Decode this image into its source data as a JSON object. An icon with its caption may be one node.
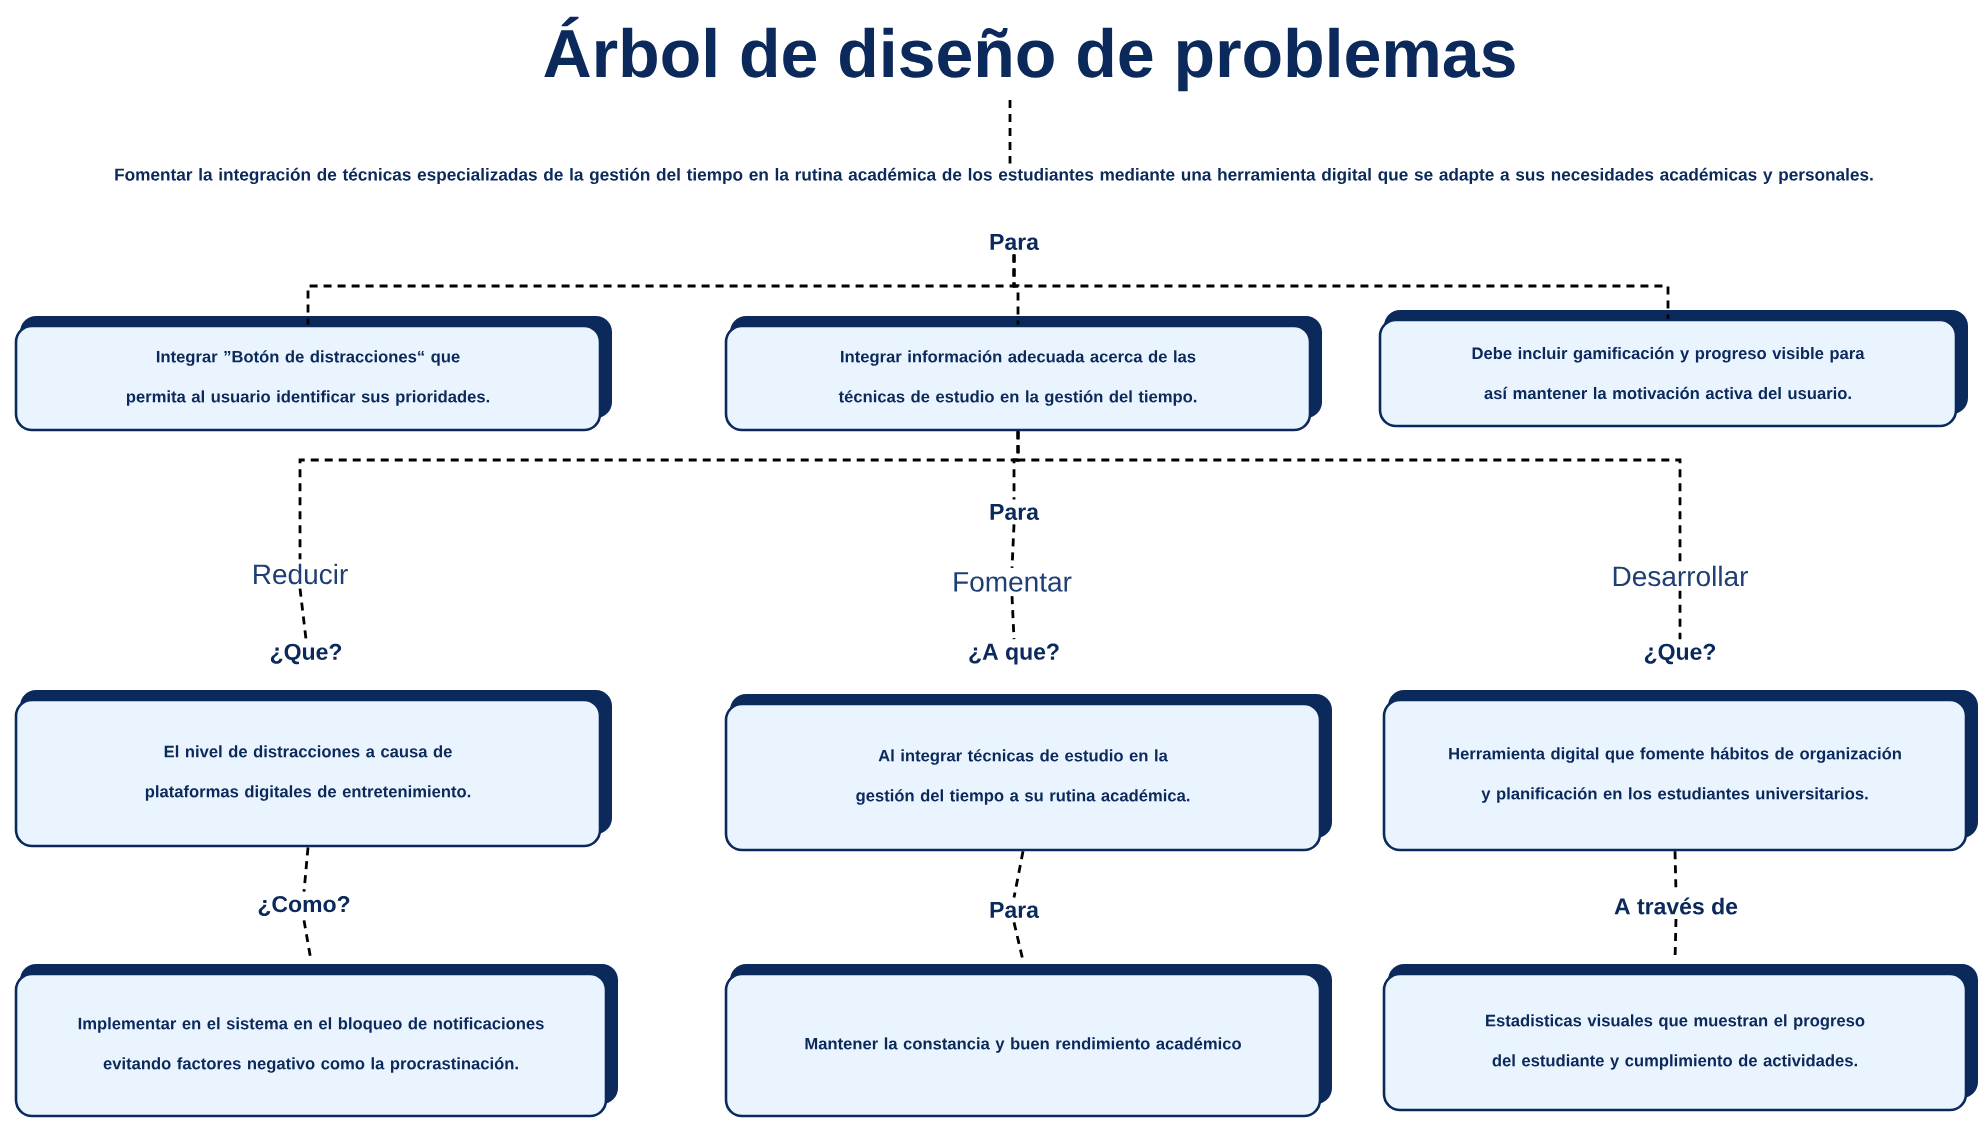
{
  "diagram": {
    "title": "Árbol de diseño de problemas",
    "nodes": [
      {
        "text": [
          "Fomentar la integración de técnicas especializadas de la gestión del tiempo en la rutina académica de los estudiantes mediante una herramienta digital que se adapte a sus necesidades académicas y personales."
        ]
      },
      {
        "text": [
          "Para"
        ]
      },
      {
        "text": [
          "Integrar ”Botón de distracciones“ que permita al usuario identificar sus prioridades."
        ]
      },
      {
        "text": [
          "Integrar información adecuada acerca de las técnicas de estudio en la gestión del tiempo."
        ]
      },
      {
        "text": [
          "Debe incluir gamificación y progreso visible para así mantener la motivación activa del usuario."
        ]
      },
      {
        "text": [
          "Para"
        ]
      },
      {
        "text": [
          "Reducir"
        ]
      },
      {
        "text": [
          "Fomentar"
        ]
      },
      {
        "text": [
          "Desarrollar"
        ]
      },
      {
        "text": [
          "¿Que?"
        ]
      },
      {
        "text": [
          "¿A que?"
        ]
      },
      {
        "text": [
          "¿Que?"
        ]
      },
      {
        "text": [
          "El nivel de distracciones a causa de plataformas digitales de entretenimiento."
        ]
      },
      {
        "text": [
          "Al integrar técnicas de estudio en la gestión del tiempo a su rutina académica."
        ]
      },
      {
        "text": [
          "Herramienta digital que fomente hábitos de organización y planificación en los estudiantes universitarios."
        ]
      },
      {
        "text": [
          "¿Como?"
        ]
      },
      {
        "text": [
          "Para"
        ]
      },
      {
        "text": [
          "A través de"
        ]
      },
      {
        "text": [
          "Implementar en el sistema en el bloqueo de notificaciones evitando factores negativo como la procrastinación."
        ]
      },
      {
        "text": [
          "Mantener la constancia y buen rendimiento académico"
        ]
      },
      {
        "text": [
          "Estadisticas visuales que muestran el progreso del estudiante y cumplimiento de actividades."
        ]
      }
    ],
    "edges": [
      {
        "from": null,
        "to": 0,
        "arrow": "none"
      },
      {
        "from": 1,
        "to": 2,
        "arrow": "none"
      },
      {
        "from": 1,
        "to": 3,
        "arrow": "none"
      },
      {
        "from": 1,
        "to": 4,
        "arrow": "none"
      },
      {
        "from": 3,
        "to": 6,
        "arrow": "none"
      },
      {
        "from": 3,
        "to": 5,
        "arrow": "none"
      },
      {
        "from": 3,
        "to": 8,
        "arrow": "none"
      },
      {
        "from": 5,
        "to": 7,
        "arrow": "none"
      },
      {
        "from": 6,
        "to": 9,
        "arrow": "none"
      },
      {
        "from": 7,
        "to": 10,
        "arrow": "none"
      },
      {
        "from": 8,
        "to": 11,
        "arrow": "none"
      },
      {
        "from": 12,
        "to": 15,
        "arrow": "none"
      },
      {
        "from": 15,
        "to": 18,
        "arrow": "none"
      },
      {
        "from": 13,
        "to": 16,
        "arrow": "none"
      },
      {
        "from": 16,
        "to": 19,
        "arrow": "none"
      },
      {
        "from": 14,
        "to": 17,
        "arrow": "none"
      },
      {
        "from": 17,
        "to": 20,
        "arrow": "none"
      }
    ]
  }
}
